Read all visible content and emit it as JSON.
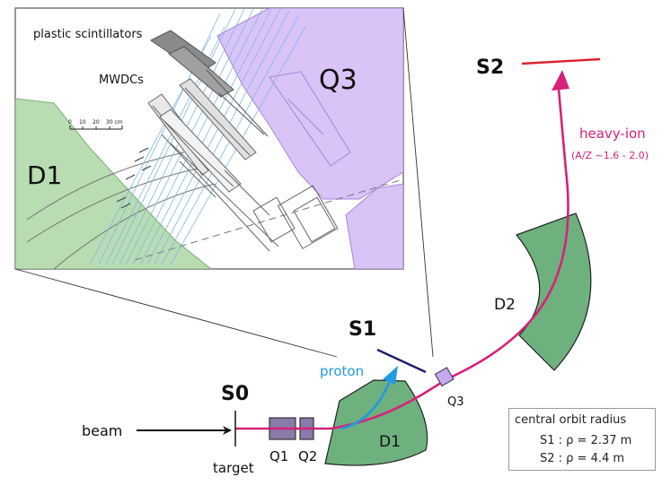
{
  "inset": {
    "plastic_scintillators": "plastic scintillators",
    "mwdcs": "MWDCs",
    "q3": "Q3",
    "d1": "D1",
    "scale_ticks": [
      "0",
      "10",
      "20",
      "30 cm"
    ]
  },
  "main": {
    "s2": "S2",
    "s1": "S1",
    "s0": "S0",
    "beam": "beam",
    "target": "target",
    "q1": "Q1",
    "q2": "Q2",
    "q3": "Q3",
    "d1": "D1",
    "d2": "D2",
    "proton": "proton",
    "heavy_ion": "heavy-ion",
    "heavy_ion_sub": "(A/Z ~1.6 - 2.0)"
  },
  "legend": {
    "title": "central orbit radius",
    "line1": "S1 : ρ = 2.37 m",
    "line2": "S2 : ρ = 4.4 m"
  },
  "colors": {
    "magnet_green": "#6fb07f",
    "light_green": "#b9dcb3",
    "quad_purple": "#c8a8f0",
    "q1q2_fill": "#8a7aa8",
    "beam_line": "#d6227a",
    "proton_line": "#1f9be0",
    "s2_plane": "#e0202c",
    "s1_plane": "#1e1e6e"
  }
}
